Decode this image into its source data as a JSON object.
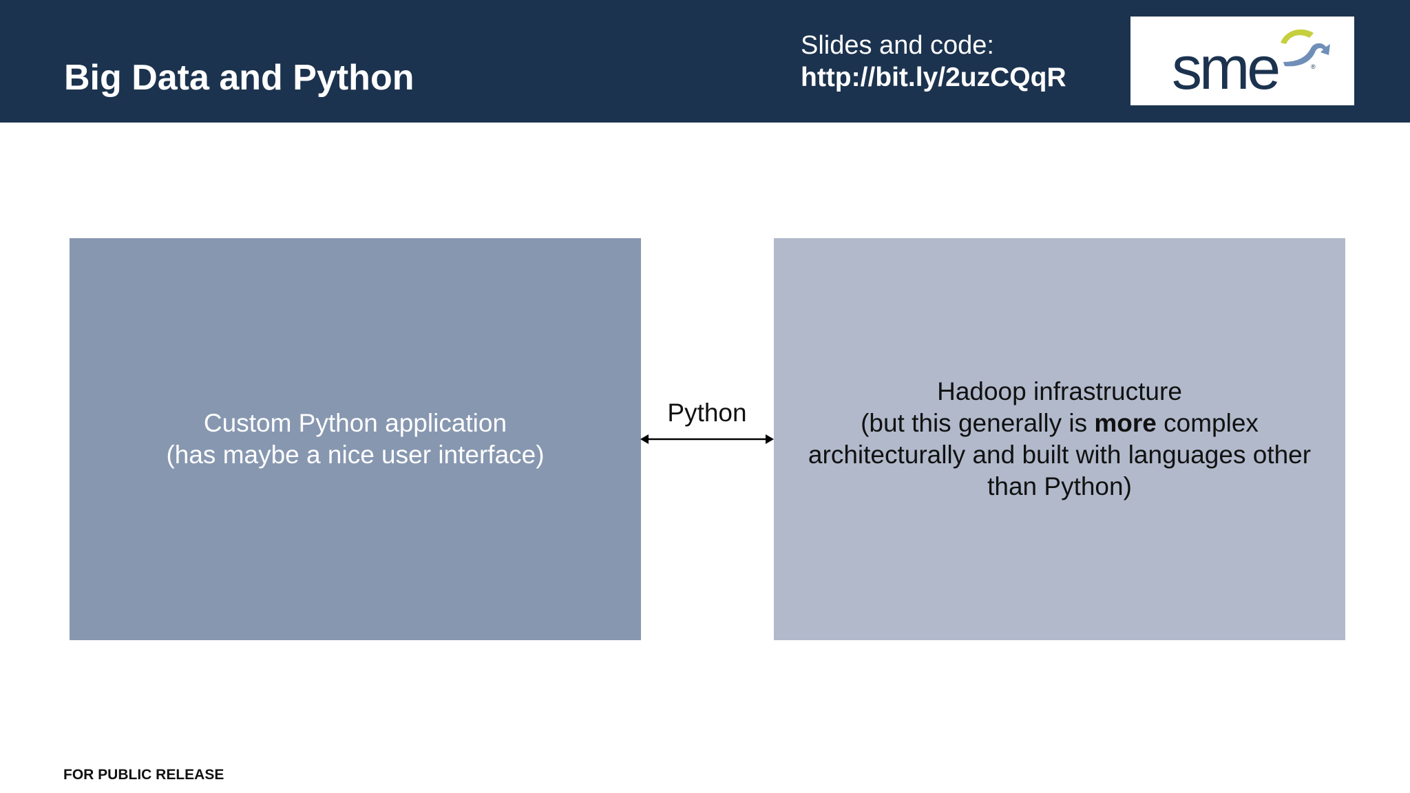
{
  "header": {
    "title": "Big Data and Python",
    "slides_label": "Slides and code:",
    "slides_url": "http://bit.ly/2uzCQqR",
    "logo_text": "sme",
    "colors": {
      "background": "#1c334f",
      "text": "#ffffff"
    }
  },
  "diagram": {
    "left_box": {
      "line1": "Custom Python application",
      "line2": "(has maybe a nice user interface)",
      "color": "#8797b0"
    },
    "connector": {
      "label": "Python",
      "direction": "bidirectional"
    },
    "right_box": {
      "line1": "Hadoop infrastructure",
      "line2_before": "(but this generally is ",
      "line2_bold": "more",
      "line2_after": " complex",
      "line3": "architecturally and built with languages other",
      "line4": "than Python)",
      "color": "#b1b9cb"
    }
  },
  "footer": {
    "text": "FOR PUBLIC RELEASE"
  }
}
